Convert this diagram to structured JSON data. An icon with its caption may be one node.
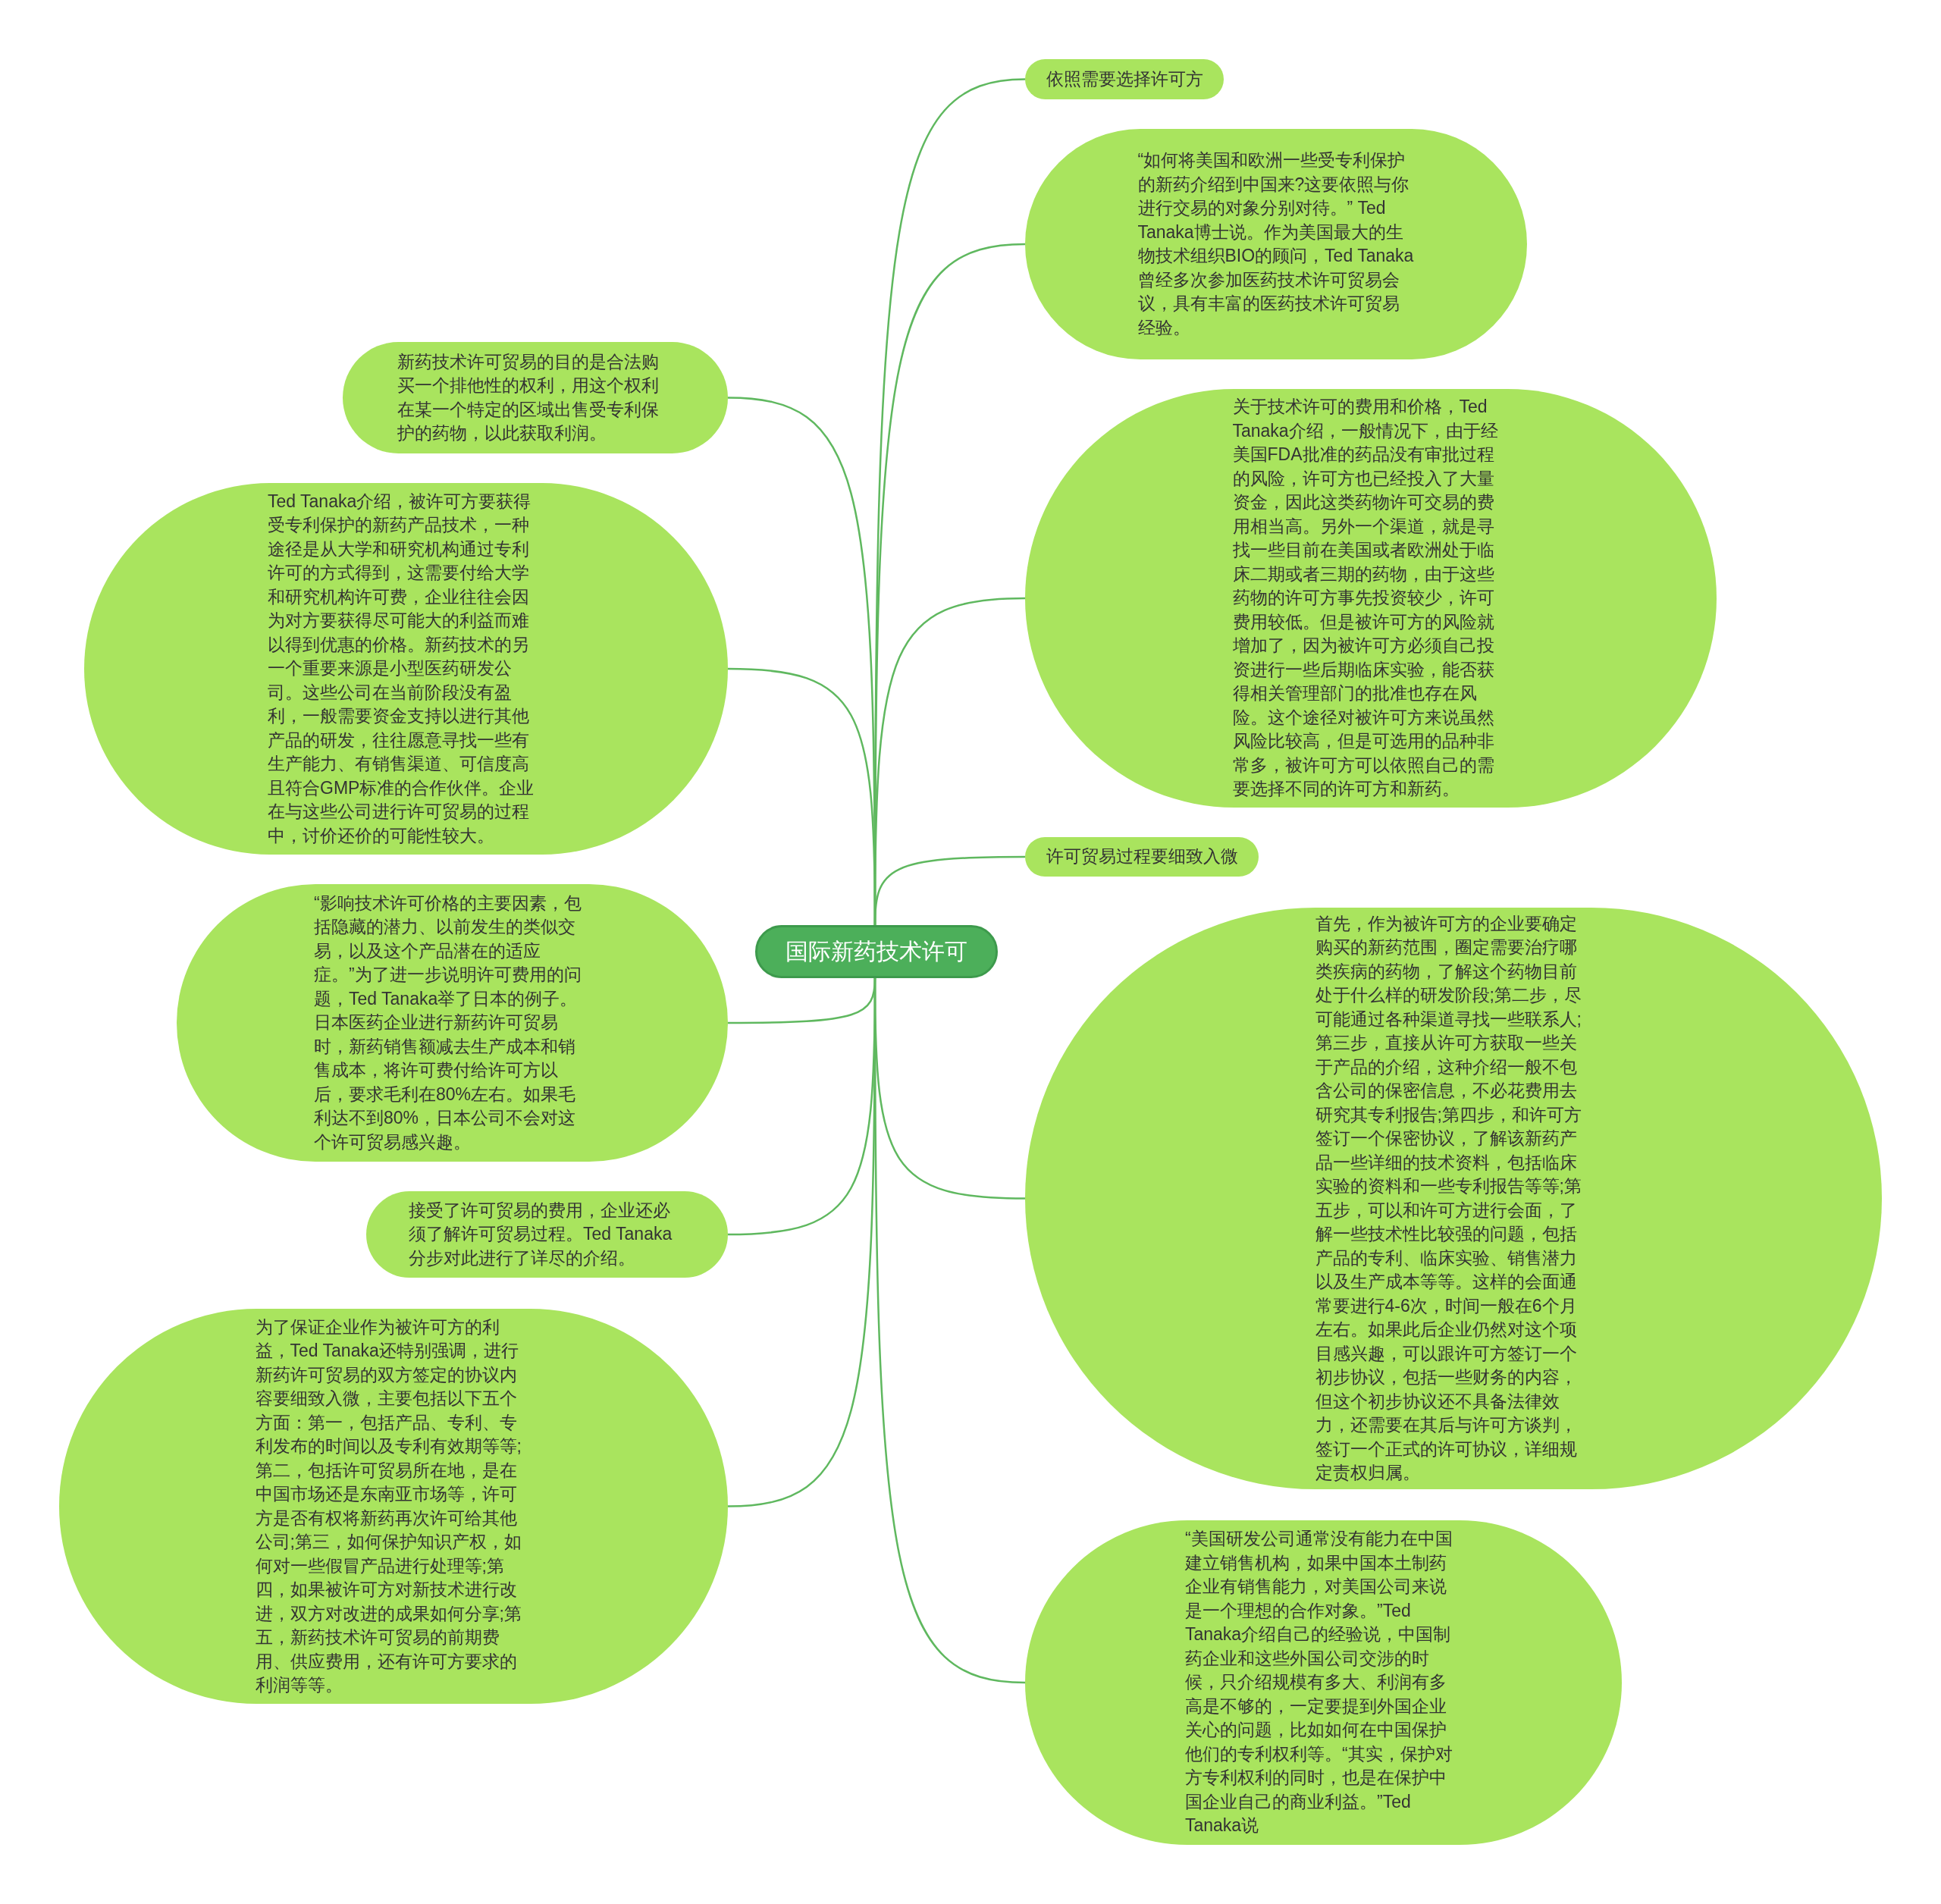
{
  "diagram": {
    "nodes": [
      {
        "text": [
          "国际新药技术许可"
        ]
      },
      {
        "text": [
          "依照需要选择许可方"
        ]
      },
      {
        "text": [
          "“如何将美国和欧洲一些受专利保护的新药介绍到中国来?这要依照与你进行交易的对象分别对待。” Ted Tanaka博士说。作为美国最大的生物技术组织BIO的顾问，Ted Tanaka曾经多次参加医药技术许可贸易会议，具有丰富的医药技术许可贸易经验。"
        ]
      },
      {
        "text": [
          "关于技术许可的费用和价格，Ted Tanaka介绍，一般情况下，由于经美国FDA批准的药品没有审批过程的风险，许可方也已经投入了大量资金，因此这类药物许可交易的费用相当高。另外一个渠道，就是寻找一些目前在美国或者欧洲处于临床二期或者三期的药物，由于这些药物的许可方事先投资较少，许可费用较低。但是被许可方的风险就增加了，因为被许可方必须自己投资进行一些后期临床实验，能否获得相关管理部门的批准也存在风险。这个途径对被许可方来说虽然风险比较高，但是可选用的品种非常多，被许可方可以依照自己的需要选择不同的许可方和新药。"
        ]
      },
      {
        "text": [
          "许可贸易过程要细致入微"
        ]
      },
      {
        "text": [
          "首先，作为被许可方的企业要确定购买的新药范围，圈定需要治疗哪类疾病的药物，了解这个药物目前处于什么样的研发阶段;第二步，尽可能通过各种渠道寻找一些联系人;第三步，直接从许可方获取一些关于产品的介绍，这种介绍一般不包含公司的保密信息，不必花费用去研究其专利报告;第四步，和许可方签订一个保密协议，了解该新药产品一些详细的技术资料，包括临床实验的资料和一些专利报告等等;第五步，可以和许可方进行会面，了解一些技术性比较强的问题，包括产品的专利、临床实验、销售潜力以及生产成本等等。这样的会面通常要进行4-6次，时间一般在6个月左右。如果此后企业仍然对这个项目感兴趣，可以跟许可方签订一个初步协议，包括一些财务的内容，但这个初步协议还不具备法律效力，还需要在其后与许可方谈判，签订一个正式的许可协议，详细规定责权归属。"
        ]
      },
      {
        "text": [
          "“美国研发公司通常没有能力在中国建立销售机构，如果中国本土制药企业有销售能力，对美国公司来说是一个理想的合作对象。”Ted Tanaka介绍自己的经验说，中国制药企业和这些外国公司交涉的时候，只介绍规模有多大、利润有多高是不够的，一定要提到外国企业关心的问题，比如如何在中国保护他们的专利权利等。“其实，保护对方专利权利的同时，也是在保护中国企业自己的商业利益。”Ted Tanaka说"
        ]
      },
      {
        "text": [
          "新药技术许可贸易的目的是合法购买一个排他性的权利，用这个权利在某一个特定的区域出售受专利保护的药物，以此获取利润。"
        ]
      },
      {
        "text": [
          "Ted Tanaka介绍，被许可方要获得受专利保护的新药产品技术，一种途径是从大学和研究机构通过专利许可的方式得到，这需要付给大学和研究机构许可费，企业往往会因为对方要获得尽可能大的利益而难以得到优惠的价格。新药技术的另一个重要来源是小型医药研发公司。这些公司在当前阶段没有盈利，一般需要资金支持以进行其他产品的研发，往往愿意寻找一些有生产能力、有销售渠道、可信度高且符合GMP标准的合作伙伴。企业在与这些公司进行许可贸易的过程中，讨价还价的可能性较大。"
        ]
      },
      {
        "text": [
          "“影响技术许可价格的主要因素，包括隐藏的潜力、以前发生的类似交易，以及这个产品潜在的适应症。”为了进一步说明许可费用的问题，Ted Tanaka举了日本的例子。日本医药企业进行新药许可贸易时，新药销售额减去生产成本和销售成本，将许可费付给许可方以后，要求毛利在80%左右。如果毛利达不到80%，日本公司不会对这个许可贸易感兴趣。"
        ]
      },
      {
        "text": [
          "接受了许可贸易的费用，企业还必须了解许可贸易过程。Ted Tanaka分步对此进行了详尽的介绍。"
        ]
      },
      {
        "text": [
          "为了保证企业作为被许可方的利益，Ted Tanaka还特别强调，进行新药许可贸易的双方签定的协议内容要细致入微，主要包括以下五个方面：第一，包括产品、专利、专利发布的时间以及专利有效期等等;第二，包括许可贸易所在地，是在中国市场还是东南亚市场等，许可方是否有权将新药再次许可给其他公司;第三，如何保护知识产权，如何对一些假冒产品进行处理等;第四，如果被许可方对新技术进行改进，双方对改进的成果如何分享;第五，新药技术许可贸易的前期费用、供应费用，还有许可方要求的利润等等。"
        ]
      }
    ],
    "edges": [
      {
        "from": 0,
        "to": 1,
        "arrow": "none"
      },
      {
        "from": 0,
        "to": 2,
        "arrow": "none"
      },
      {
        "from": 0,
        "to": 3,
        "arrow": "none"
      },
      {
        "from": 0,
        "to": 4,
        "arrow": "none"
      },
      {
        "from": 0,
        "to": 5,
        "arrow": "none"
      },
      {
        "from": 0,
        "to": 6,
        "arrow": "none"
      },
      {
        "from": 0,
        "to": 7,
        "arrow": "none"
      },
      {
        "from": 0,
        "to": 8,
        "arrow": "none"
      },
      {
        "from": 0,
        "to": 9,
        "arrow": "none"
      },
      {
        "from": 0,
        "to": 10,
        "arrow": "none"
      },
      {
        "from": 0,
        "to": 11,
        "arrow": "none"
      }
    ]
  }
}
